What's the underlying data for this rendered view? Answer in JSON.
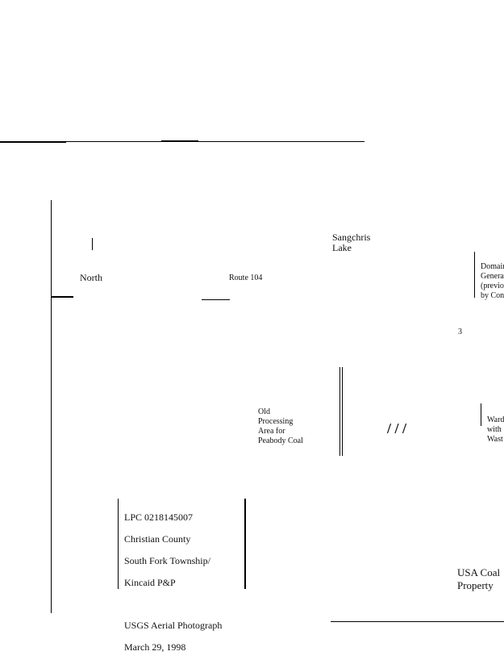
{
  "labels": {
    "lake": [
      "Sangchris",
      "Lake"
    ],
    "north": "North",
    "route": "Route 104",
    "old_processing": [
      "Old",
      "Processing",
      "Area for",
      "Peabody Coal"
    ],
    "domain_note": [
      "Domain",
      "General",
      "(previo",
      "by Con"
    ],
    "ward_note": [
      "Ward",
      "with",
      "Wast"
    ],
    "usa_coal": [
      "USA Coal",
      "Property"
    ],
    "marker": "3"
  },
  "info_box": {
    "lines": [
      "LPC 0218145007",
      "Christian County",
      "South Fork Township/",
      "Kincaid P&P",
      "",
      "USGS Aerial Photograph",
      "March 29, 1998"
    ]
  }
}
